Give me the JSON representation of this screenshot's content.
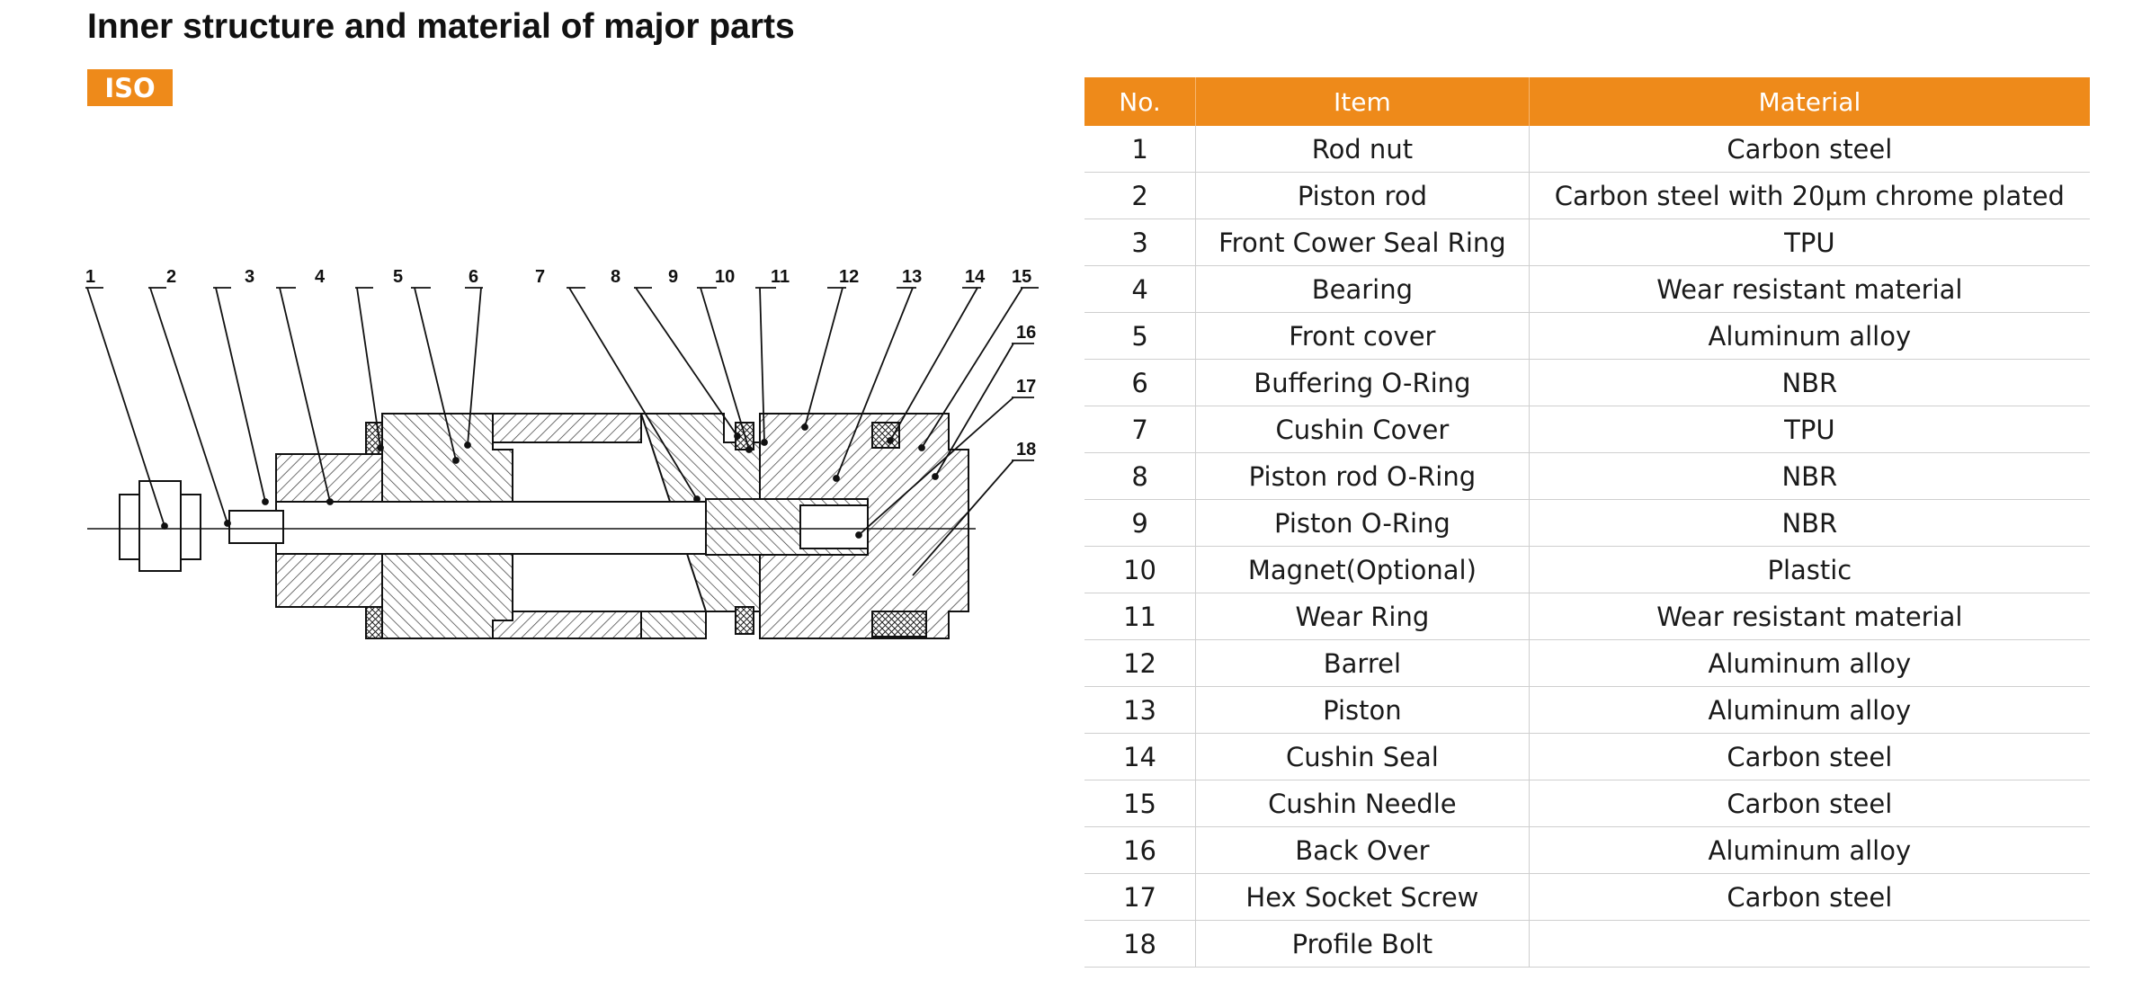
{
  "title": "Inner structure and material of major parts",
  "badge": "ISO",
  "table": {
    "headers": {
      "no": "No.",
      "item": "Item",
      "material": "Material"
    },
    "rows": [
      {
        "no": "1",
        "item": "Rod nut",
        "material": "Carbon steel"
      },
      {
        "no": "2",
        "item": "Piston rod",
        "material": "Carbon steel with 20μm chrome plated"
      },
      {
        "no": "3",
        "item": "Front Cower Seal Ring",
        "material": "TPU"
      },
      {
        "no": "4",
        "item": "Bearing",
        "material": "Wear resistant material"
      },
      {
        "no": "5",
        "item": "Front cover",
        "material": "Aluminum alloy"
      },
      {
        "no": "6",
        "item": "Buffering O-Ring",
        "material": "NBR"
      },
      {
        "no": "7",
        "item": "Cushin Cover",
        "material": "TPU"
      },
      {
        "no": "8",
        "item": "Piston rod O-Ring",
        "material": "NBR"
      },
      {
        "no": "9",
        "item": "Piston O-Ring",
        "material": "NBR"
      },
      {
        "no": "10",
        "item": "Magnet(Optional)",
        "material": "Plastic"
      },
      {
        "no": "11",
        "item": "Wear Ring",
        "material": "Wear resistant material"
      },
      {
        "no": "12",
        "item": "Barrel",
        "material": "Aluminum alloy"
      },
      {
        "no": "13",
        "item": "Piston",
        "material": "Aluminum alloy"
      },
      {
        "no": "14",
        "item": "Cushin Seal",
        "material": "Carbon steel"
      },
      {
        "no": "15",
        "item": "Cushin Needle",
        "material": "Carbon steel"
      },
      {
        "no": "16",
        "item": "Back Over",
        "material": "Aluminum alloy"
      },
      {
        "no": "17",
        "item": "Hex Socket Screw",
        "material": "Carbon steel"
      },
      {
        "no": "18",
        "item": "Profile Bolt",
        "material": ""
      }
    ]
  },
  "diagram": {
    "callouts": [
      "1",
      "2",
      "3",
      "4",
      "5",
      "6",
      "7",
      "8",
      "9",
      "10",
      "11",
      "12",
      "13",
      "14",
      "15",
      "16",
      "17",
      "18"
    ]
  }
}
